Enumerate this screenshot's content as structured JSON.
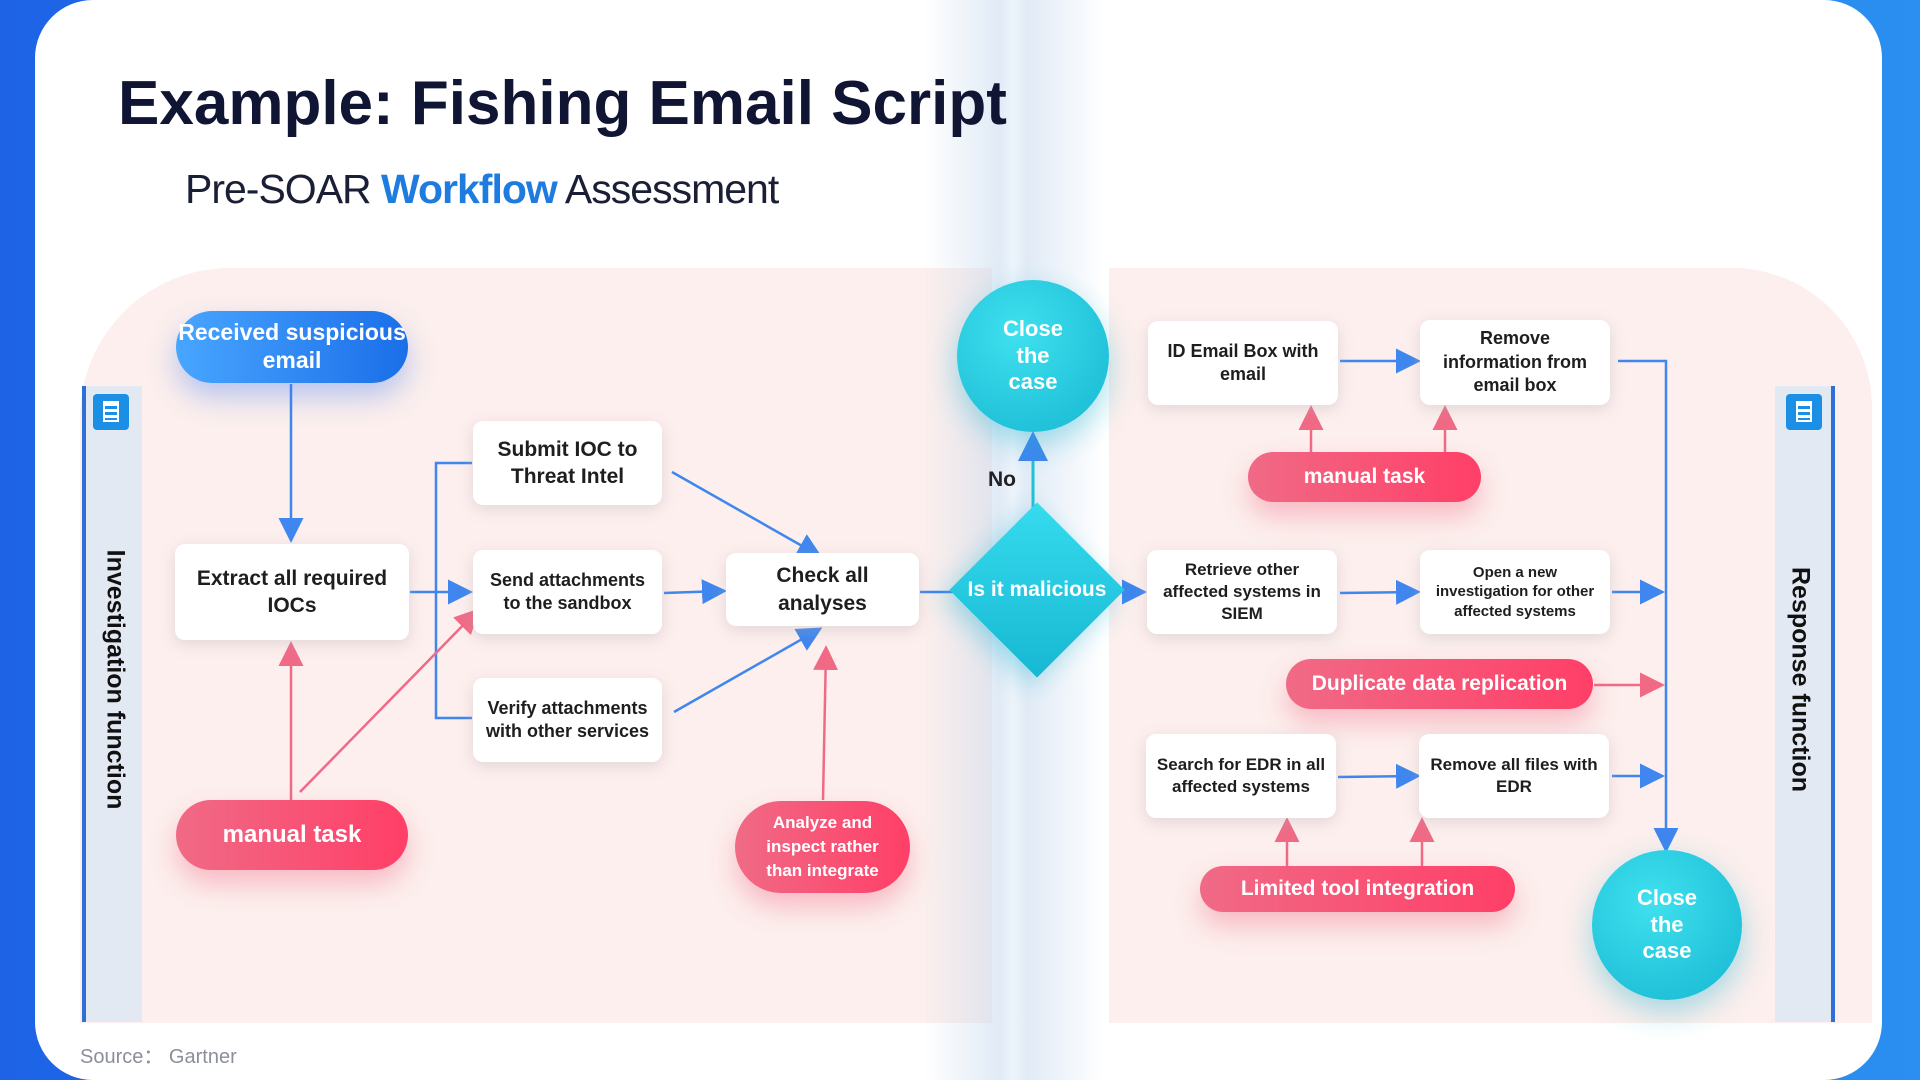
{
  "title": "Example: Fishing Email Script",
  "subtitle": {
    "pre": "Pre-SOAR ",
    "accent": "Workflow",
    "post": " Assessment"
  },
  "lanes": {
    "left": "Investigation function",
    "right": "Response function"
  },
  "source": "Source： Gartner",
  "left": {
    "start": "Received suspicious email",
    "extract": "Extract all required IOCs",
    "submit": "Submit IOC to Threat Intel",
    "sandbox": "Send attachments to the sandbox",
    "verify": "Verify attachments with other services",
    "check": "Check all analyses",
    "manual": "manual task",
    "analyze": "Analyze and inspect rather than integrate"
  },
  "decision": {
    "question": "Is it malicious",
    "no_label": "No",
    "close_top": "Close the case"
  },
  "right": {
    "id_email": "ID Email Box with email",
    "remove_info": "Remove information from email box",
    "manual": "manual task",
    "retrieve": "Retrieve other affected systems in SIEM",
    "open_inv": "Open a new investigation for other affected systems",
    "duplicate": "Duplicate data replication",
    "search_edr": "Search for EDR in all affected systems",
    "remove_files": "Remove all files with EDR",
    "limited": "Limited tool integration",
    "close_bottom": "Close the case"
  },
  "colors": {
    "blue_arrow": "#3f86ee",
    "pink_arrow": "#f06a86",
    "lane_line": "#2f6fd8",
    "accent": "#1e7be0",
    "teal": "#1cc2da"
  },
  "icons": [
    "clipboard-icon",
    "clipboard-icon"
  ]
}
